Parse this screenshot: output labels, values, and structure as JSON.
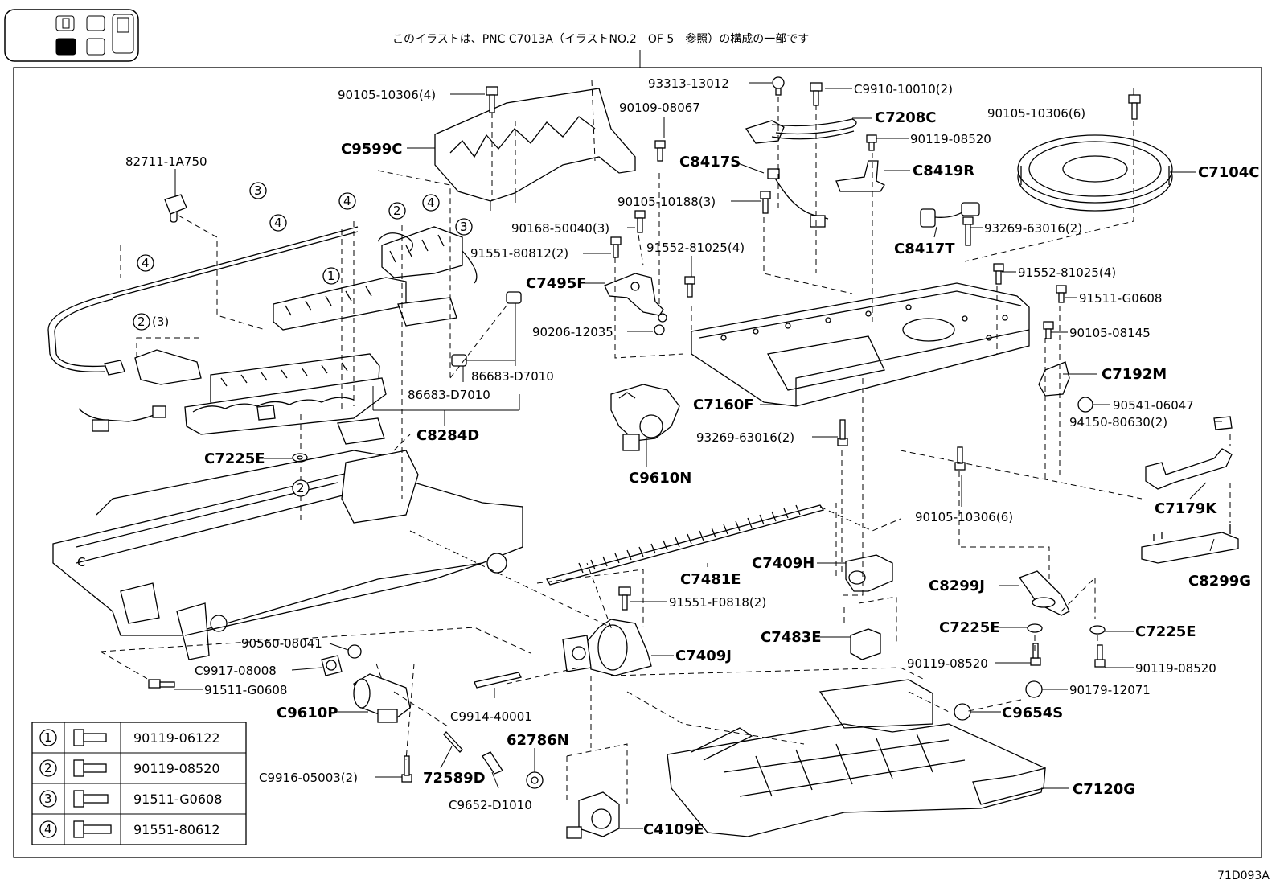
{
  "header": {
    "caption": "このイラストは、PNC C7013A（イラストNO.2　OF 5　参照）の構成の一部です",
    "figure_id": "71D093A"
  },
  "parts": {
    "p01": "90105-10306(4)",
    "p02": "C9599C",
    "p03": "82711-1A750",
    "p04": "90109-08067",
    "p05": "93313-13012",
    "p06": "C9910-10010(2)",
    "p07": "C7208C",
    "p08": "90119-08520",
    "p09": "C8417S",
    "p10": "C8419R",
    "p11": "90105-10306(6)",
    "p12": "C7104C",
    "p13": "90105-10188(3)",
    "p14": "90168-50040(3)",
    "p15": "91551-80812(2)",
    "p16": "91552-81025(4)",
    "p17": "C8417T",
    "p18": "93269-63016(2)",
    "p19": "C7495F",
    "p20": "91552-81025(4)",
    "p21": "91511-G0608",
    "p22": "90105-08145",
    "p23": "90206-12035",
    "p24": "86683-D7010",
    "p25": "86683-D7010",
    "p26": "C7192M",
    "p27": "C7160F",
    "p28": "90541-06047",
    "p29": "94150-80630(2)",
    "p30": "C8284D",
    "p31": "93269-63016(2)",
    "p32": "C9610N",
    "p33": "C7225E",
    "p34": "90105-10306(6)",
    "p35": "C7179K",
    "p36": "C7409H",
    "p37": "C8299G",
    "p38": "C7481E",
    "p39": "C8299J",
    "p40": "91551-F0818(2)",
    "p41": "C7483E",
    "p42": "C7225E",
    "p43": "C7225E",
    "p44": "90560-08041",
    "p45": "C7409J",
    "p46": "C9917-08008",
    "p47": "90119-08520",
    "p48": "90119-08520",
    "p49": "91511-G0608",
    "p50": "90179-12071",
    "p51": "C9610P",
    "p52": "C9914-40001",
    "p53": "C9654S",
    "p54": "62786N",
    "p55": "C9916-05003(2)",
    "p56": "72589D",
    "p57": "C7120G",
    "p58": "C9652-D1010",
    "p59": "C4109E"
  },
  "callouts": {
    "c1": "3",
    "c2": "4",
    "c3": "4",
    "c4": "2",
    "c5": "4",
    "c6": "3",
    "c7": "4",
    "c8": "1",
    "c9": "2",
    "c9_qty": "(3)",
    "c10": "2"
  },
  "legend": [
    {
      "num": "1",
      "part": "90119-06122"
    },
    {
      "num": "2",
      "part": "90119-08520"
    },
    {
      "num": "3",
      "part": "91511-G0608"
    },
    {
      "num": "4",
      "part": "91551-80612"
    }
  ]
}
